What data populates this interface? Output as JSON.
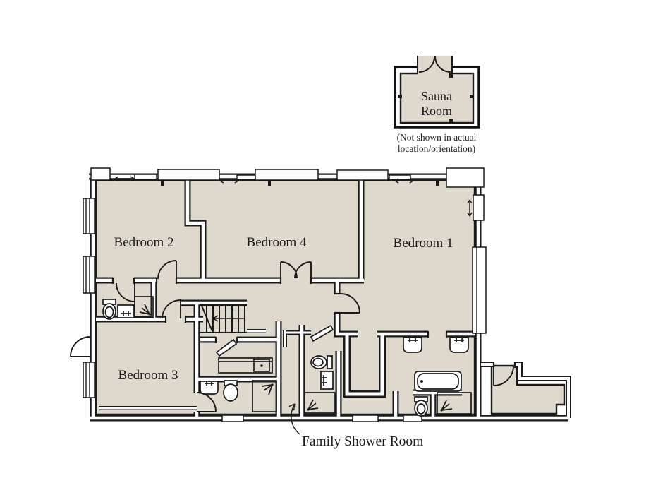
{
  "colors": {
    "background": "#ffffff",
    "floor_fill": "#ded9cc",
    "wall_ink": "#1a1a1a"
  },
  "sauna": {
    "title_line1": "Sauna",
    "title_line2": "Room",
    "note_line1": "(Not shown in actual",
    "note_line2": "location/orientation)"
  },
  "rooms": {
    "bedroom1": "Bedroom 1",
    "bedroom2": "Bedroom 2",
    "bedroom3": "Bedroom 3",
    "bedroom4": "Bedroom 4"
  },
  "annotations": {
    "family_shower_room": "Family Shower Room"
  }
}
